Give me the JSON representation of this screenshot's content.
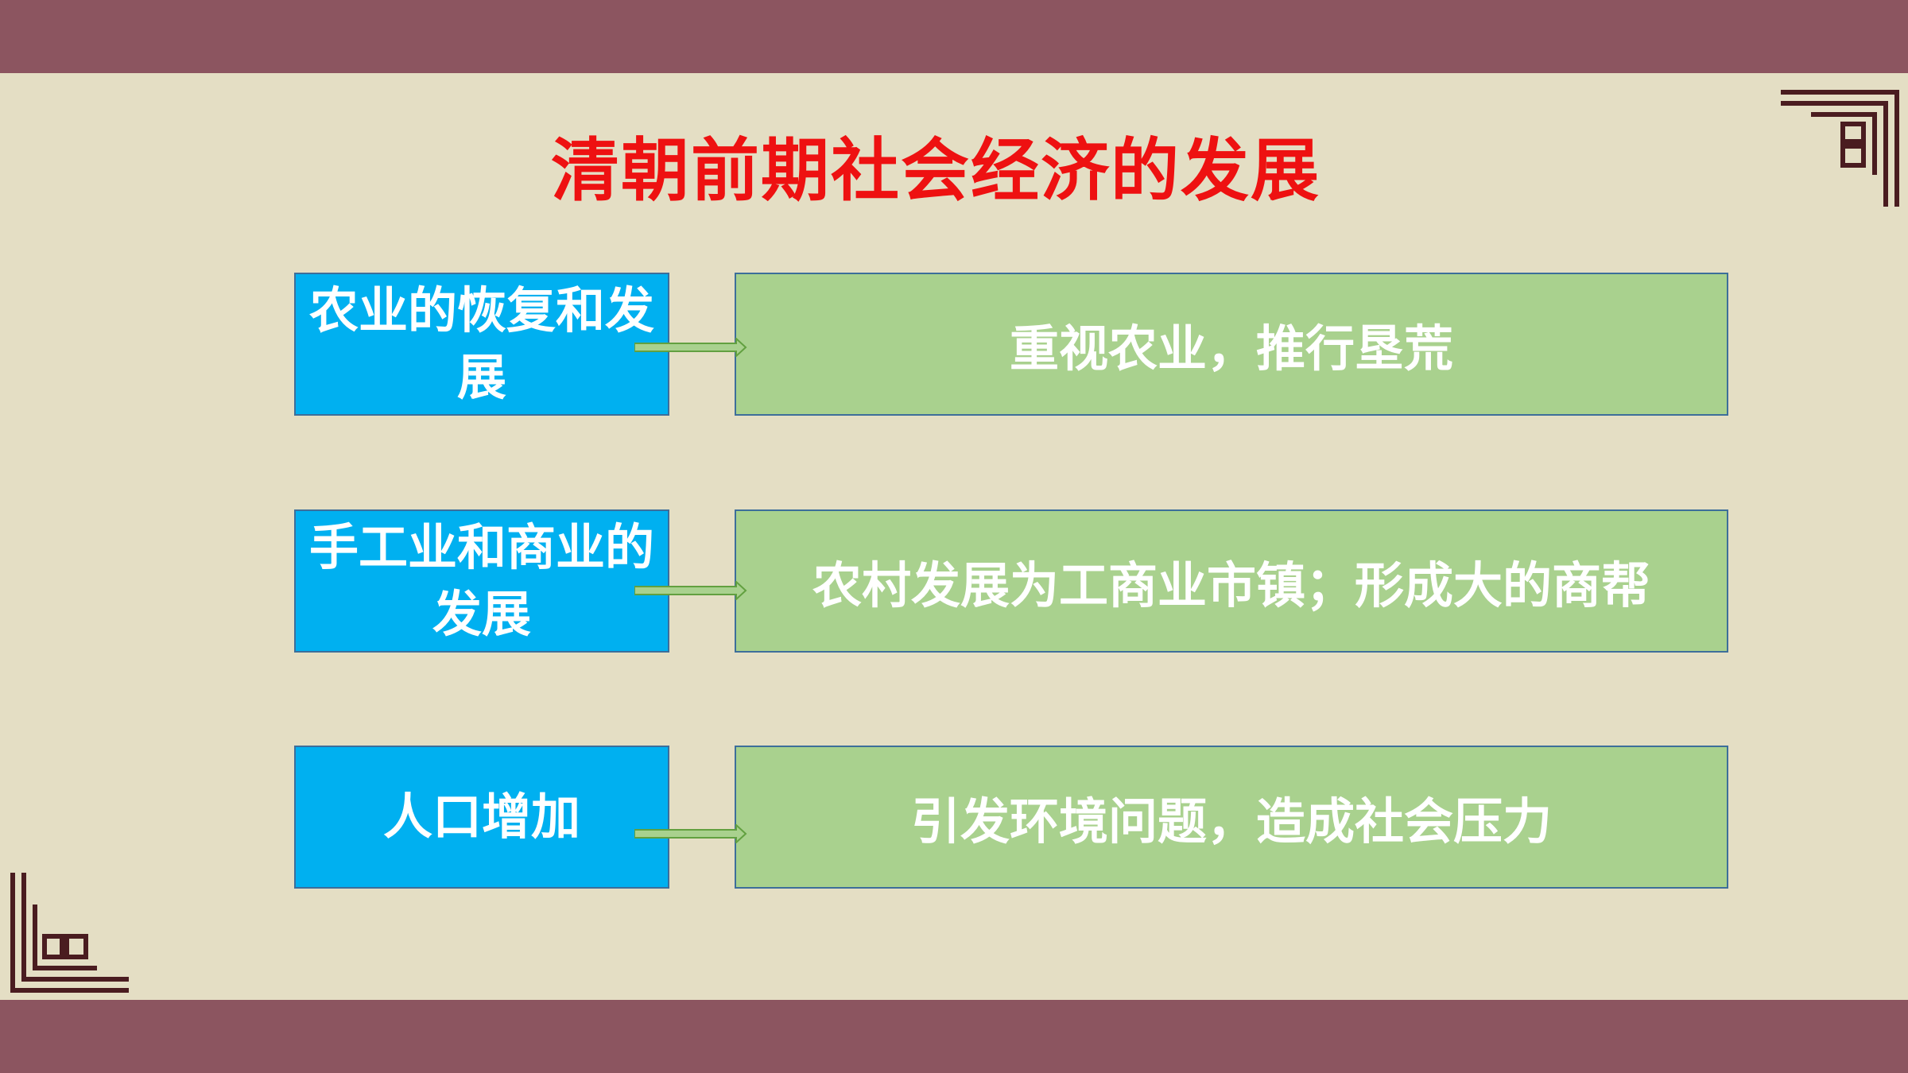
{
  "slide": {
    "title": "清朝前期社会经济的发展",
    "colors": {
      "background": "#e4dec4",
      "band": "#8c5560",
      "title": "#ee1111",
      "left_box": "#00b0f0",
      "right_box": "#a9d18e",
      "arrow": "#a9d18e"
    }
  },
  "rows": [
    {
      "category": "农业的恢复和发展",
      "detail": "重视农业，推行垦荒"
    },
    {
      "category": "手工业和商业的发展",
      "detail": "农村发展为工商业市镇；形成大的商帮"
    },
    {
      "category": "人口增加",
      "detail": "引发环境问题，造成社会压力"
    }
  ],
  "decorations": {
    "top_right": "fret-corner-ornament-icon",
    "bottom_left": "fret-corner-ornament-icon",
    "arrow": "right-arrow-icon"
  }
}
